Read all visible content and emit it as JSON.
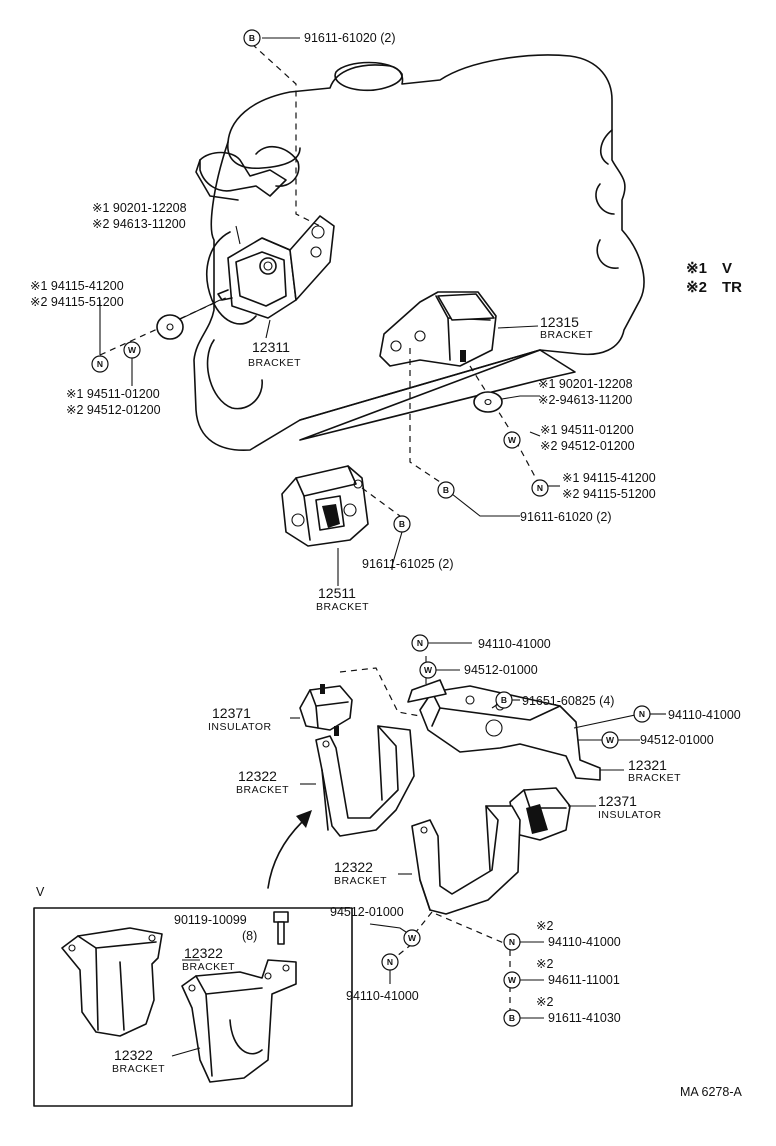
{
  "symbols": {
    "bolt": "B",
    "nut": "N",
    "washer": "W"
  },
  "legend": [
    {
      "mark": "※1",
      "label": "V"
    },
    {
      "mark": "※2",
      "label": "TR"
    }
  ],
  "top": {
    "bolt_a": "91611-61020 (2)",
    "left_bolt": [
      "※1 90201-12208",
      "※2 94613-11200"
    ],
    "left_nut": [
      "※1  94115-41200",
      "※2  94115-51200"
    ],
    "left_washer": [
      "※1  94511-01200",
      "※2  94512-01200"
    ],
    "bracket_12311": {
      "num": "12311",
      "name": "BRACKET"
    },
    "bracket_12315": {
      "num": "12315",
      "name": "BRACKET"
    },
    "right_bolt": [
      "※1  90201-12208",
      "※2-94613-11200"
    ],
    "right_washer": [
      "※1  94511-01200",
      "※2  94512-01200"
    ],
    "right_nut": [
      "※1 94115-41200",
      "※2 94115-51200"
    ],
    "bolt_b": "91611-61020 (2)",
    "bolt_c": "91611-61025 (2)",
    "bracket_12511": {
      "num": "12511",
      "name": "BRACKET"
    }
  },
  "bottom": {
    "nut_a": "94110-41000",
    "washer_a": "94512-01000",
    "bolt_a": "91651-60825 (4)",
    "nut_b": "94110-41000",
    "washer_b": "94512-01000",
    "insulator_left": {
      "num": "12371",
      "name": "INSULATOR"
    },
    "insulator_right": {
      "num": "12371",
      "name": "INSULATOR"
    },
    "bracket_12321": {
      "num": "12321",
      "name": "BRACKET"
    },
    "bracket_12322_a": {
      "num": "12322",
      "name": "BRACKET"
    },
    "bracket_12322_b": {
      "num": "12322",
      "name": "BRACKET"
    },
    "washer_c": "94512-01000",
    "nut_c": "94110-41000",
    "nut_d": {
      "mark": "※2",
      "num": "94110-41000"
    },
    "washer_d": {
      "mark": "※2",
      "num": "94611-11001"
    },
    "bolt_d": {
      "mark": "※2",
      "num": "91611-41030"
    }
  },
  "inset": {
    "tag": "V",
    "bolt": "90119-10099",
    "bolt_qty": "(8)",
    "bracket_upper": {
      "num": "12322",
      "name": "BRACKET"
    },
    "bracket_lower": {
      "num": "12322",
      "name": "BRACKET"
    }
  },
  "figure_code": "MA  6278-A"
}
